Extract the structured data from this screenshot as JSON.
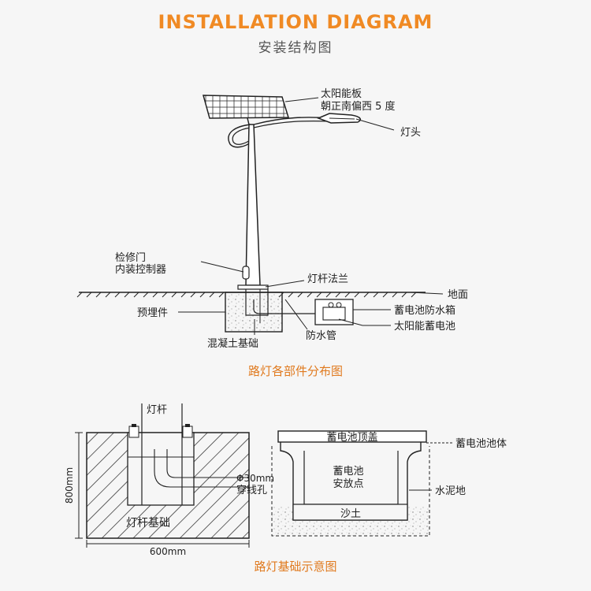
{
  "header": {
    "title": "INSTALLATION DIAGRAM",
    "subtitle": "安装结构图"
  },
  "colors": {
    "accent": "#f08a24",
    "caption": "#e07a1f",
    "line": "#222222",
    "background": "#f6f6f6"
  },
  "upper_diagram": {
    "labels": {
      "solar_panel_line1": "太阳能板",
      "solar_panel_line2": "朝正南偏西 5 度",
      "lamp_head": "灯头",
      "door_line1": "检修门",
      "door_line2": "内装控制器",
      "flange": "灯杆法兰",
      "ground": "地面",
      "embedded": "预埋件",
      "battery_box": "蓄电池防水箱",
      "solar_battery": "太阳能蓄电池",
      "waterproof_pipe": "防水管",
      "concrete_base": "混凝土基础"
    },
    "caption": "路灯各部件分布图"
  },
  "lower_diagram": {
    "labels": {
      "pole": "灯杆",
      "foundation": "灯杆基础",
      "hole_line1": "Φ30mm",
      "hole_line2": "穿线孔",
      "height_dim": "800mm",
      "width_dim": "600mm",
      "lid": "蓄电池顶盖",
      "pit_body": "蓄电池池体",
      "battery_line1": "蓄电池",
      "battery_line2": "安放点",
      "cement": "水泥地",
      "sand": "沙土"
    },
    "caption": "路灯基础示意图"
  }
}
